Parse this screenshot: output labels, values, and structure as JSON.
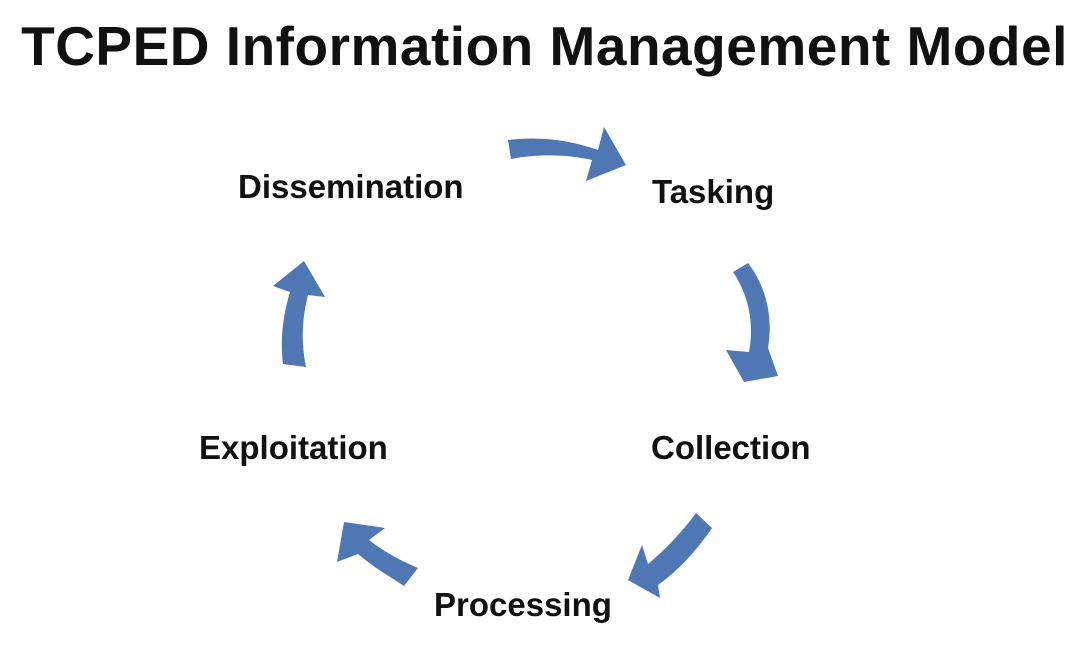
{
  "title": "TCPED Information Management Model",
  "stages": {
    "tasking": "Tasking",
    "collection": "Collection",
    "processing": "Processing",
    "exploitation": "Exploitation",
    "dissemination": "Dissemination"
  },
  "colors": {
    "arrow": "#4f77b3",
    "text": "#111111",
    "background": "#ffffff"
  },
  "icons": {
    "arrow": "curved-arrow-icon"
  }
}
